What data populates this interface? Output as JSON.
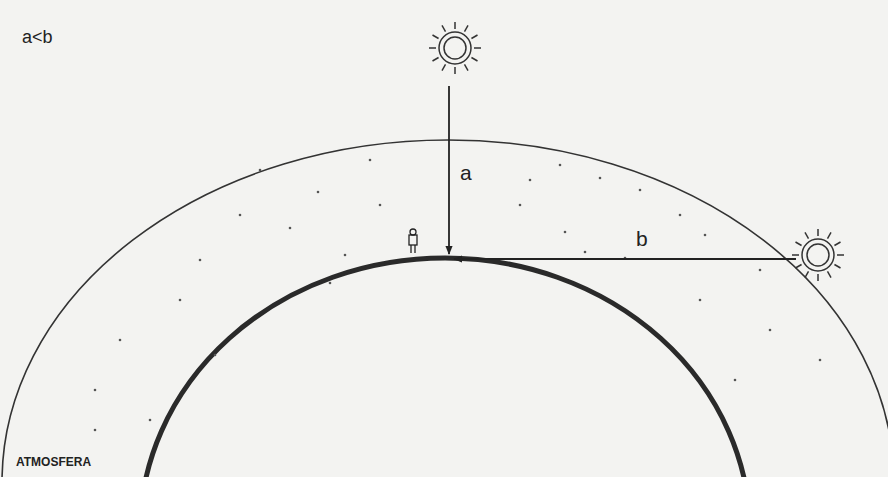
{
  "diagram": {
    "labels": [
      "a<b",
      "a",
      "b",
      "ATMOSFERA"
    ]
  }
}
